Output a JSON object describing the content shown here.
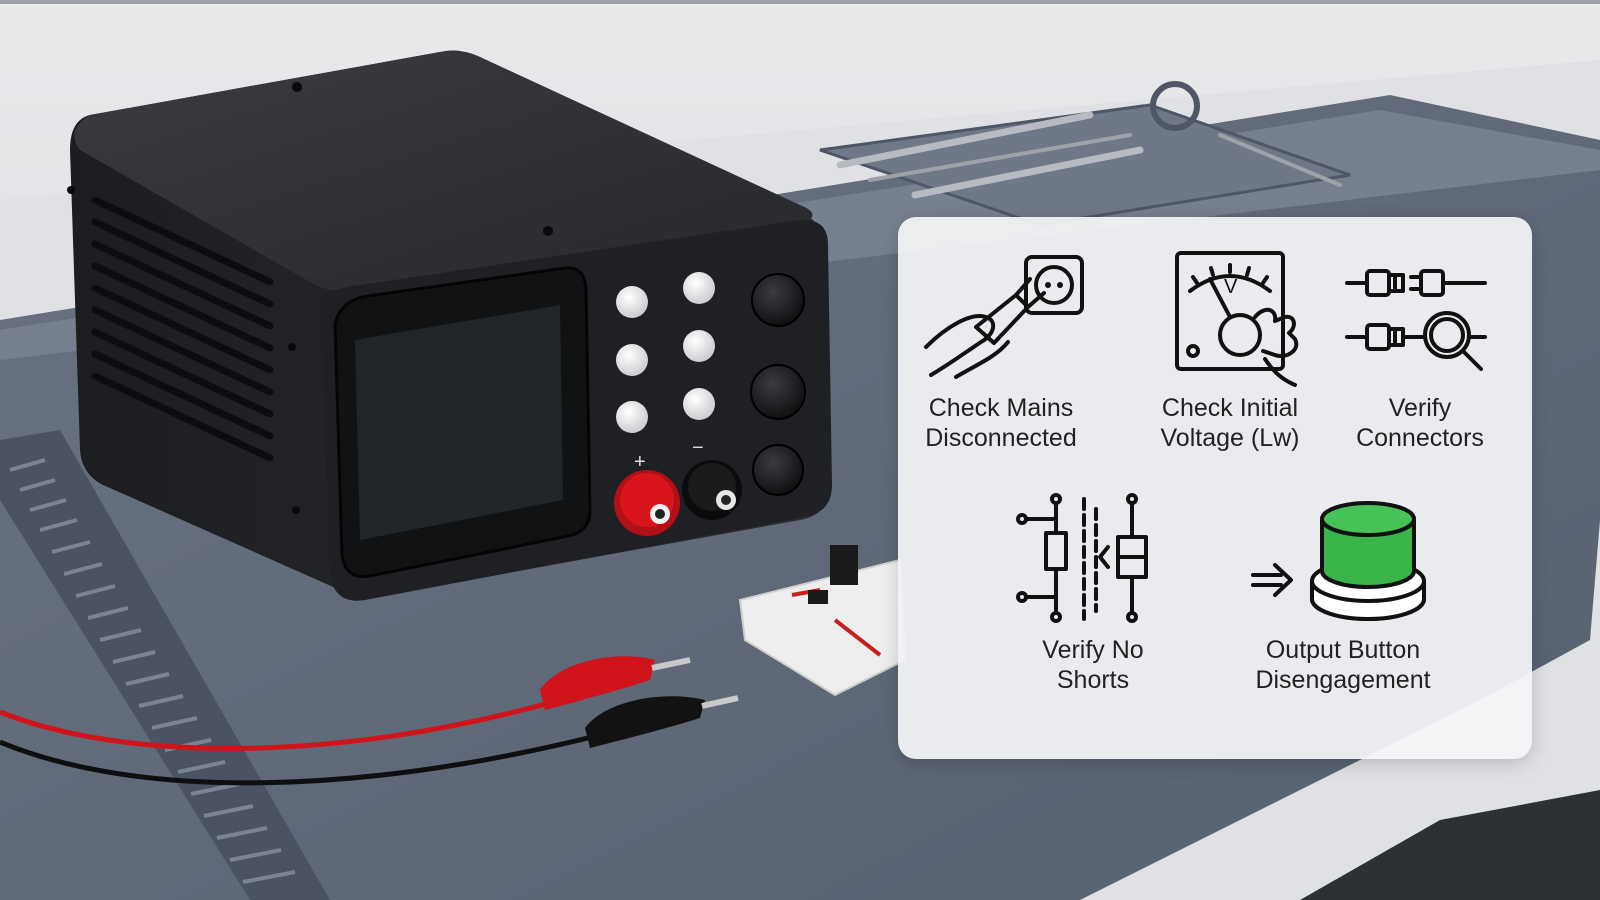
{
  "checklist": {
    "items": [
      {
        "label": "Check Mains\nDisconnected",
        "icon": "plug-socket-icon"
      },
      {
        "label": "Check Initial\nVoltage (Lw)",
        "icon": "voltmeter-knob-icon"
      },
      {
        "label": "Verify\nConnectors",
        "icon": "connector-magnifier-icon"
      },
      {
        "label": "Verify No\nShorts",
        "icon": "short-circuit-icon"
      },
      {
        "label": "Output Button\nDisengagement",
        "icon": "green-button-icon"
      }
    ]
  },
  "device": {
    "plus_label": "+",
    "minus_label": "−",
    "meter_letter": "V"
  },
  "colors": {
    "button_green": "#3ab54a",
    "red_terminal": "#d8141c",
    "panel_bg": "#f2f3f5",
    "mat": "#5e6676"
  }
}
